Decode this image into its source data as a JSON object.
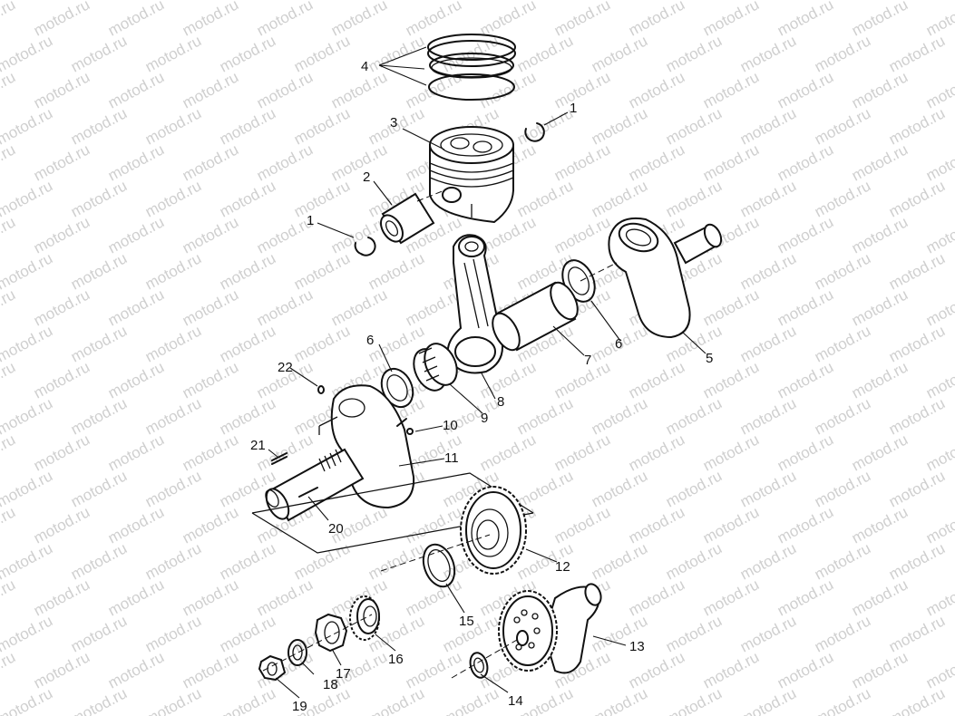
{
  "watermark": "motod.ru",
  "callouts": {
    "c1a": "1",
    "c1b": "1",
    "c2": "2",
    "c3": "3",
    "c4": "4",
    "c5": "5",
    "c6a": "6",
    "c6b": "6",
    "c7": "7",
    "c8": "8",
    "c9": "9",
    "c10": "10",
    "c11": "11",
    "c12": "12",
    "c13": "13",
    "c14": "14",
    "c15": "15",
    "c16": "16",
    "c17": "17",
    "c18": "18",
    "c19": "19",
    "c20": "20",
    "c21": "21",
    "c22": "22"
  }
}
